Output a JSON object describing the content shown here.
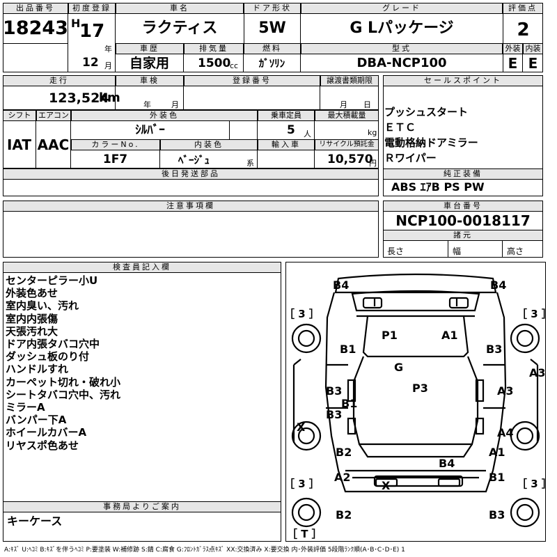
{
  "header": {
    "lot_no_label": "出品番号",
    "lot_no": "18243",
    "reg_label": "初度登録",
    "era": "H",
    "year": "17",
    "year_unit": "年",
    "month": "12",
    "month_unit": "月",
    "car_name_label": "車名",
    "car_name": "ラクティス",
    "door_label": "ドア形状",
    "door": "5W",
    "grade_label": "グレード",
    "grade": "G Lパッケージ",
    "score_label": "評価点",
    "score": "2",
    "history_label": "車歴",
    "history": "自家用",
    "displacement_label": "排気量",
    "displacement": "1500",
    "displacement_unit": "cc",
    "fuel_label": "燃料",
    "fuel": "ｶﾞｿﾘﾝ",
    "model_label": "型式",
    "model": "DBA-NCP100",
    "ext_label": "外装",
    "ext": "E",
    "int_label": "内装",
    "int": "E"
  },
  "info": {
    "mileage_label": "走行",
    "mileage": "123,524",
    "mileage_unit": "km",
    "inspection_label": "車検",
    "insp_year_unit": "年",
    "insp_month_unit": "月",
    "regno_label": "登録番号",
    "transfer_label": "譲渡書類期限",
    "transfer_month_unit": "月",
    "transfer_day_unit": "日",
    "shift_label": "シフト",
    "shift": "IAT",
    "ac_label": "エアコン",
    "ac": "AAC",
    "color_label": "外装色",
    "color": "ｼﾙﾊﾞｰ",
    "capacity_label": "乗車定員",
    "capacity": "5",
    "capacity_unit": "人",
    "load_label": "最大積載量",
    "load_unit": "kg",
    "colorno_label": "カラーNo.",
    "colorno": "1F7",
    "interior_label": "内装色",
    "interior": "ﾍﾞｰｼﾞｭ",
    "interior_unit": "系",
    "import_label": "輸入車",
    "recycle_label": "リサイクル預託金",
    "recycle": "10,570",
    "recycle_unit": "円",
    "later_parts_label": "後日発送部品"
  },
  "sales": {
    "label": "セールスポイント",
    "items": [
      "プッシュスタート",
      "ＥＴＣ",
      "電動格納ドアミラー",
      "Ｒワイパー"
    ]
  },
  "equipment": {
    "label": "純正装備",
    "value": "ABS ｴｱB PS PW"
  },
  "cautions": {
    "label": "注意事項欄"
  },
  "chassis": {
    "label": "車台番号",
    "value": "NCP100-0018117"
  },
  "specs": {
    "label": "諸元",
    "length": "長さ",
    "width": "幅",
    "height": "高さ"
  },
  "inspector": {
    "label": "検査員記入欄",
    "notes": [
      "センターピラー小U",
      "外装色あせ",
      "室内臭い、汚れ",
      "室内内張傷",
      "天張汚れ大",
      "ドア内張タバコ穴中",
      "ダッシュ板のり付",
      "ハンドルすれ",
      "カーペット切れ・破れ小",
      "シートタバコ穴中、汚れ",
      "ミラーA",
      "バンパー下A",
      "ホイールカバーA",
      "リヤスポ色あせ"
    ]
  },
  "office": {
    "label": "事務局よりご案内",
    "text": "キーケース"
  },
  "diagram": {
    "marks": [
      "B4",
      "B4",
      "P1",
      "A1",
      "B1",
      "B3",
      "G",
      "A3",
      "B3",
      "P3",
      "A3",
      "B1",
      "B3",
      "X",
      "A4",
      "B2",
      "B4",
      "A1",
      "A2",
      "X",
      "B1",
      "B2",
      "B3"
    ],
    "brackets": [
      "［ 3 ］",
      "［ 3 ］",
      "［ 3 ］",
      "［ 3 ］",
      "［ T ］"
    ]
  },
  "legend": "A:ｷｽﾞ U:ﾍｺﾐ B:ｷｽﾞを伴うﾍｺﾐ P:要塗装 W:補修跡 S:錆 C:腐食 G:ﾌﾛﾝﾄｶﾞﾗｽ点ｷｽﾞ XX:交換済み X:要交換 内･外装評価 5段階ﾗﾝｸ順(A･B･C･D･E) 1"
}
